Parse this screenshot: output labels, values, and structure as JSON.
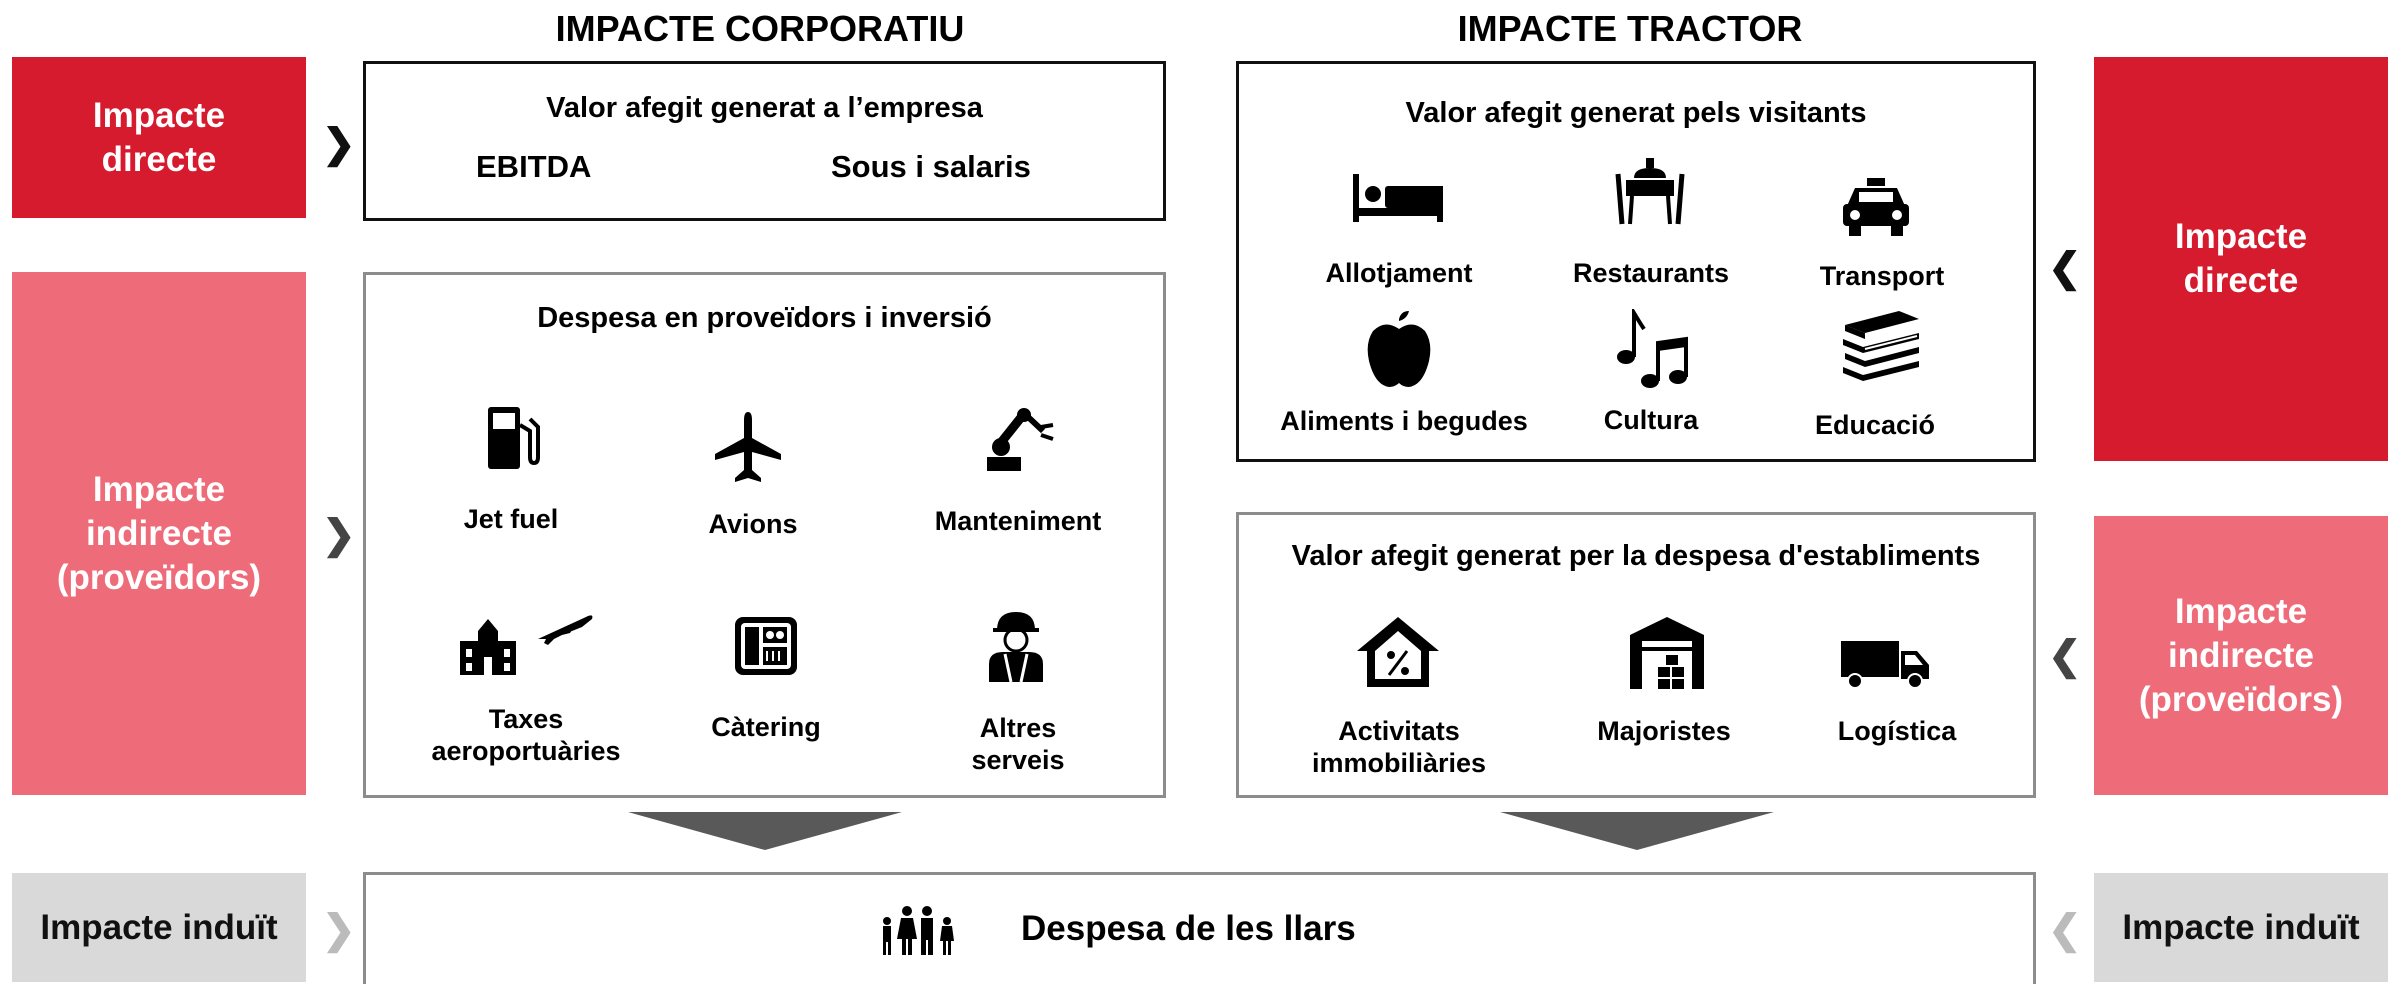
{
  "corporate": {
    "title": "IMPACTE CORPORATIU",
    "direct_label": "Impacte\ndirecte",
    "indirect_label": "Impacte\nindirecte\n(proveïdors)",
    "induced_label": "Impacte induït",
    "value_added": {
      "title": "Valor afegit generat a l’empresa",
      "items": [
        "EBITDA",
        "Sous i salaris"
      ]
    },
    "suppliers": {
      "title": "Despesa en proveïdors i inversió",
      "items": [
        {
          "label": "Jet fuel",
          "icon": "fuel-pump-icon"
        },
        {
          "label": "Avions",
          "icon": "airplane-icon"
        },
        {
          "label": "Manteniment",
          "icon": "robot-arm-icon"
        },
        {
          "label": "Taxes\naeroportuàries",
          "icon": "airport-icon"
        },
        {
          "label": "Càtering",
          "icon": "catering-tray-icon"
        },
        {
          "label": "Altres serveis",
          "icon": "worker-icon"
        }
      ]
    }
  },
  "tractor": {
    "title": "IMPACTE TRACTOR",
    "direct_label": "Impacte\ndirecte",
    "indirect_label": "Impacte\nindirecte\n(proveïdors)",
    "induced_label": "Impacte induït",
    "visitors": {
      "title": "Valor afegit generat pels visitants",
      "items": [
        {
          "label": "Allotjament",
          "icon": "bed-icon"
        },
        {
          "label": "Restaurants",
          "icon": "restaurant-table-icon"
        },
        {
          "label": "Transport",
          "icon": "taxi-icon"
        },
        {
          "label": "Aliments i begudes",
          "icon": "apple-icon"
        },
        {
          "label": "Cultura",
          "icon": "music-notes-icon"
        },
        {
          "label": "Educació",
          "icon": "books-icon"
        }
      ]
    },
    "establishments": {
      "title": "Valor afegit generat per la despesa d'establiments",
      "items": [
        {
          "label": "Activitats\nimmobiliàries",
          "icon": "house-percent-icon"
        },
        {
          "label": "Majoristes",
          "icon": "warehouse-icon"
        },
        {
          "label": "Logística",
          "icon": "truck-icon"
        }
      ]
    }
  },
  "households": {
    "label": "Despesa de les llars",
    "icon": "family-icon"
  },
  "colors": {
    "direct": "#d61b2f",
    "indirect": "#ee6c79",
    "induced": "#d9d9d9",
    "arrow": "#595959"
  }
}
